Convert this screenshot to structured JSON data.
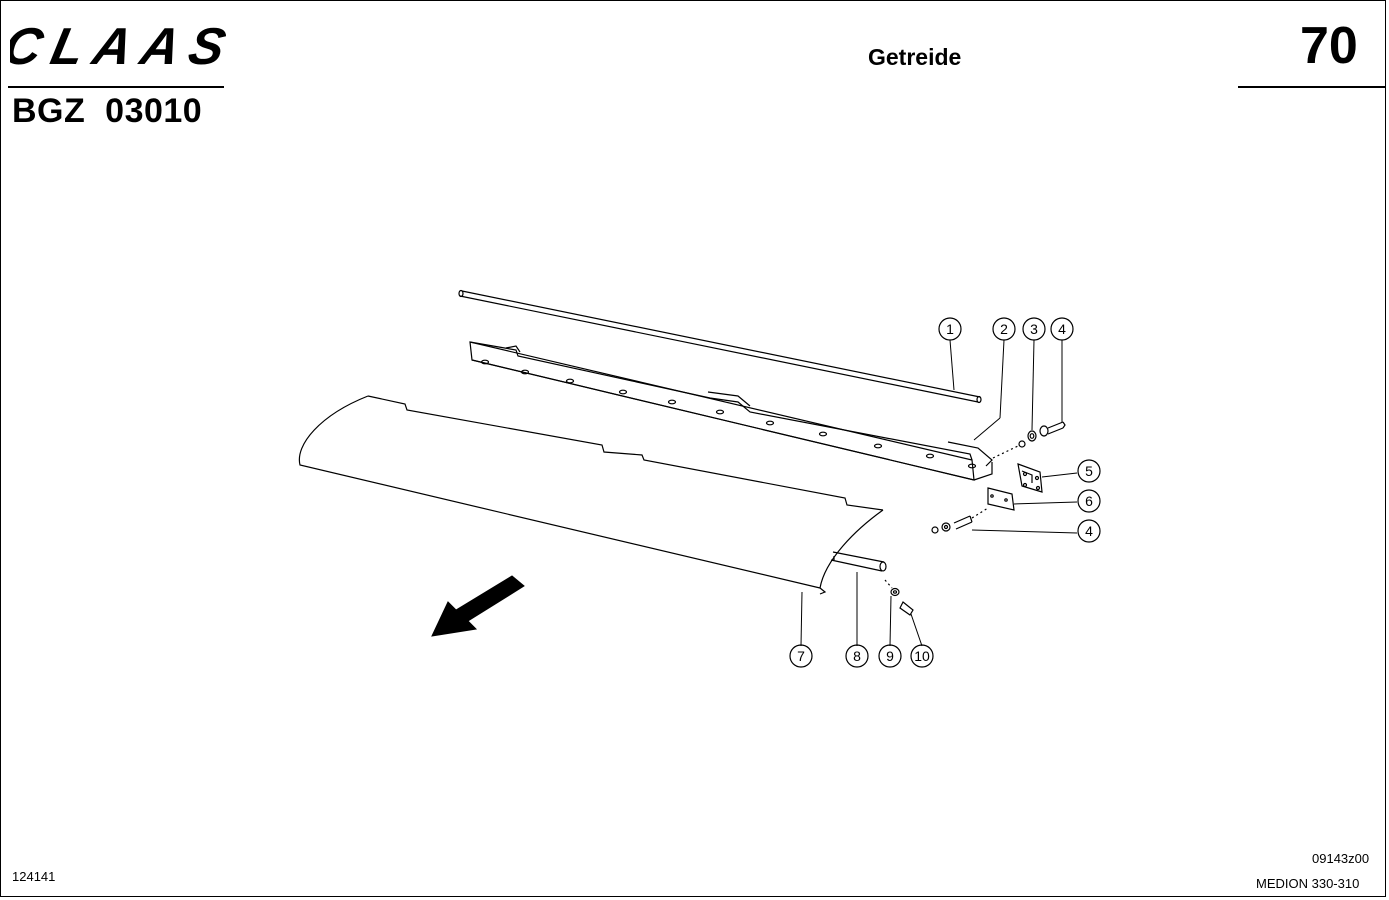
{
  "header": {
    "brand": "CLAAS",
    "section_code": "BGZ  03010",
    "category": "Getreide",
    "page_number": "70"
  },
  "callouts": [
    "1",
    "2",
    "3",
    "4",
    "5",
    "6",
    "4",
    "7",
    "8",
    "9",
    "10"
  ],
  "footer": {
    "doc_number_left": "124141",
    "doc_code_right": "09143z00",
    "model": "MEDION 330-310"
  }
}
